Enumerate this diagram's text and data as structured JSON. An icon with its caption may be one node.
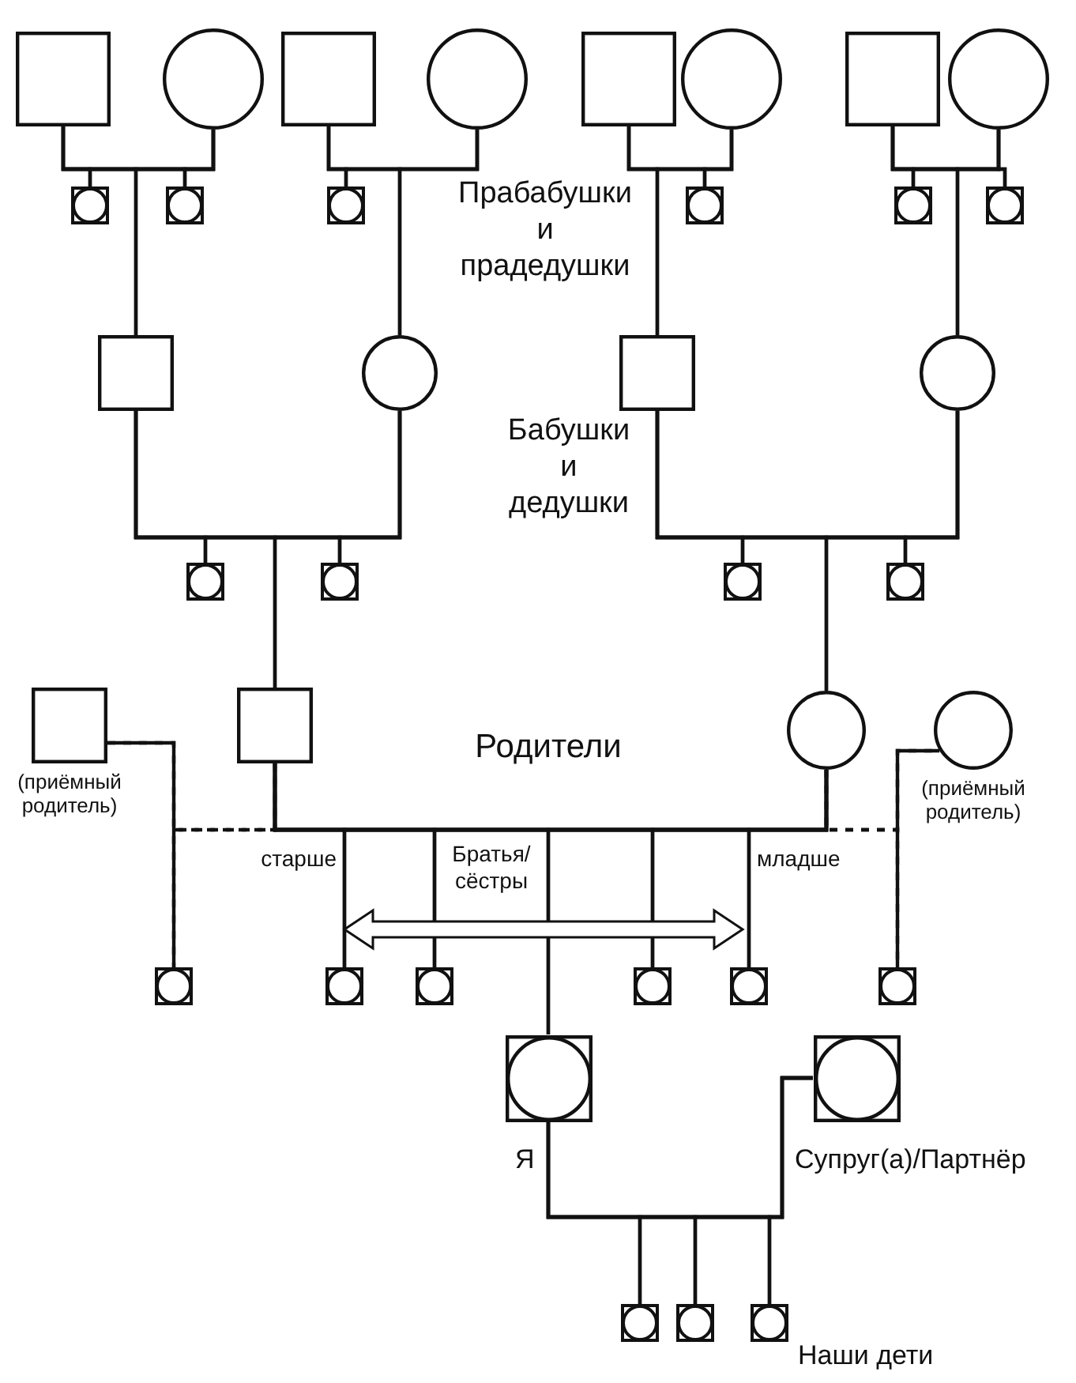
{
  "diagram": {
    "nodes": [
      {
        "text": [],
        "shape": "box"
      },
      {
        "text": [],
        "shape": "circle"
      },
      {
        "text": [],
        "shape": "box"
      },
      {
        "text": [],
        "shape": "circle"
      },
      {
        "text": [],
        "shape": "box"
      },
      {
        "text": [],
        "shape": "circle"
      },
      {
        "text": [],
        "shape": "box"
      },
      {
        "text": [],
        "shape": "circle"
      },
      {
        "text": [],
        "shape": "square"
      },
      {
        "text": [],
        "shape": "square"
      },
      {
        "text": [],
        "shape": "square"
      },
      {
        "text": [],
        "shape": "square"
      },
      {
        "text": [],
        "shape": "square"
      },
      {
        "text": [],
        "shape": "square"
      },
      {
        "text": [],
        "shape": "box"
      },
      {
        "text": [],
        "shape": "circle"
      },
      {
        "text": [],
        "shape": "box"
      },
      {
        "text": [],
        "shape": "circle"
      },
      {
        "text": [],
        "shape": "square"
      },
      {
        "text": [],
        "shape": "square"
      },
      {
        "text": [],
        "shape": "square"
      },
      {
        "text": [],
        "shape": "square"
      },
      {
        "text": [],
        "shape": "box",
        "beside": [
          "(приёмный родитель)"
        ]
      },
      {
        "text": [],
        "shape": "box"
      },
      {
        "text": [],
        "shape": "circle"
      },
      {
        "text": [],
        "shape": "circle",
        "beside": [
          "(приёмный родитель)"
        ]
      },
      {
        "text": [],
        "shape": "square"
      },
      {
        "text": [],
        "shape": "square"
      },
      {
        "text": [],
        "shape": "square"
      },
      {
        "text": [],
        "shape": "square"
      },
      {
        "text": [],
        "shape": "square"
      },
      {
        "text": [],
        "shape": "square"
      },
      {
        "text": [],
        "shape": "square",
        "beside": [
          "Я"
        ]
      },
      {
        "text": [],
        "shape": "square",
        "beside": [
          "Супруг(а)/Партнёр"
        ]
      },
      {
        "text": [],
        "shape": "square"
      },
      {
        "text": [],
        "shape": "square"
      },
      {
        "text": [],
        "shape": "square"
      }
    ],
    "edges": [
      {
        "from": 0,
        "to": 1,
        "arrow": "none"
      },
      {
        "from": 0,
        "to": 8,
        "arrow": "none"
      },
      {
        "from": 1,
        "to": 8,
        "arrow": "none"
      },
      {
        "from": 0,
        "to": 9,
        "arrow": "none"
      },
      {
        "from": 1,
        "to": 9,
        "arrow": "none"
      },
      {
        "from": 0,
        "to": 14,
        "arrow": "none"
      },
      {
        "from": 1,
        "to": 14,
        "arrow": "none"
      },
      {
        "from": 2,
        "to": 3,
        "arrow": "none"
      },
      {
        "from": 2,
        "to": 10,
        "arrow": "none"
      },
      {
        "from": 3,
        "to": 10,
        "arrow": "none"
      },
      {
        "from": 2,
        "to": 15,
        "arrow": "none"
      },
      {
        "from": 3,
        "to": 15,
        "arrow": "none"
      },
      {
        "from": 4,
        "to": 5,
        "arrow": "none"
      },
      {
        "from": 4,
        "to": 11,
        "arrow": "none"
      },
      {
        "from": 5,
        "to": 11,
        "arrow": "none"
      },
      {
        "from": 4,
        "to": 16,
        "arrow": "none"
      },
      {
        "from": 5,
        "to": 16,
        "arrow": "none"
      },
      {
        "from": 6,
        "to": 7,
        "arrow": "none"
      },
      {
        "from": 6,
        "to": 12,
        "arrow": "none"
      },
      {
        "from": 7,
        "to": 12,
        "arrow": "none"
      },
      {
        "from": 6,
        "to": 13,
        "arrow": "none"
      },
      {
        "from": 7,
        "to": 13,
        "arrow": "none"
      },
      {
        "from": 6,
        "to": 17,
        "arrow": "none"
      },
      {
        "from": 7,
        "to": 17,
        "arrow": "none"
      },
      {
        "from": 14,
        "to": 15,
        "arrow": "none"
      },
      {
        "from": 14,
        "to": 18,
        "arrow": "none"
      },
      {
        "from": 15,
        "to": 18,
        "arrow": "none"
      },
      {
        "from": 14,
        "to": 19,
        "arrow": "none"
      },
      {
        "from": 15,
        "to": 19,
        "arrow": "none"
      },
      {
        "from": 14,
        "to": 23,
        "arrow": "none"
      },
      {
        "from": 15,
        "to": 23,
        "arrow": "none"
      },
      {
        "from": 16,
        "to": 17,
        "arrow": "none"
      },
      {
        "from": 16,
        "to": 20,
        "arrow": "none"
      },
      {
        "from": 17,
        "to": 20,
        "arrow": "none"
      },
      {
        "from": 16,
        "to": 21,
        "arrow": "none"
      },
      {
        "from": 17,
        "to": 21,
        "arrow": "none"
      },
      {
        "from": 16,
        "to": 24,
        "arrow": "none"
      },
      {
        "from": 17,
        "to": 24,
        "arrow": "none"
      },
      {
        "from": 22,
        "to": 23,
        "arrow": "none",
        "style": "dashed"
      },
      {
        "from": 22,
        "to": 26,
        "arrow": "none"
      },
      {
        "from": 23,
        "to": 26,
        "arrow": "none",
        "style": "dashed"
      },
      {
        "from": 23,
        "to": 24,
        "arrow": "none"
      },
      {
        "from": 23,
        "to": 27,
        "arrow": "none"
      },
      {
        "from": 24,
        "to": 27,
        "arrow": "none"
      },
      {
        "from": 23,
        "to": 28,
        "arrow": "none"
      },
      {
        "from": 24,
        "to": 28,
        "arrow": "none"
      },
      {
        "from": 23,
        "to": 32,
        "arrow": "none"
      },
      {
        "from": 24,
        "to": 32,
        "arrow": "none"
      },
      {
        "from": 23,
        "to": 29,
        "arrow": "none"
      },
      {
        "from": 24,
        "to": 29,
        "arrow": "none"
      },
      {
        "from": 23,
        "to": 30,
        "arrow": "none"
      },
      {
        "from": 24,
        "to": 30,
        "arrow": "none"
      },
      {
        "from": 24,
        "to": 25,
        "arrow": "none",
        "style": "dashed"
      },
      {
        "from": 24,
        "to": 31,
        "arrow": "none",
        "style": "dashed"
      },
      {
        "from": 25,
        "to": 31,
        "arrow": "none"
      },
      {
        "from": 32,
        "to": 33,
        "arrow": "none"
      },
      {
        "from": 32,
        "to": 34,
        "arrow": "none"
      },
      {
        "from": 33,
        "to": 34,
        "arrow": "none"
      },
      {
        "from": 32,
        "to": 35,
        "arrow": "none"
      },
      {
        "from": 33,
        "to": 35,
        "arrow": "none"
      },
      {
        "from": 32,
        "to": 36,
        "arrow": "none"
      },
      {
        "from": 33,
        "to": 36,
        "arrow": "none"
      }
    ],
    "labels": [
      "Прабабушки и прадедушки",
      "Бабушки и дедушки",
      "Родители",
      "старше",
      "Братья/ сёстры",
      "младше",
      "Наши дети"
    ]
  }
}
